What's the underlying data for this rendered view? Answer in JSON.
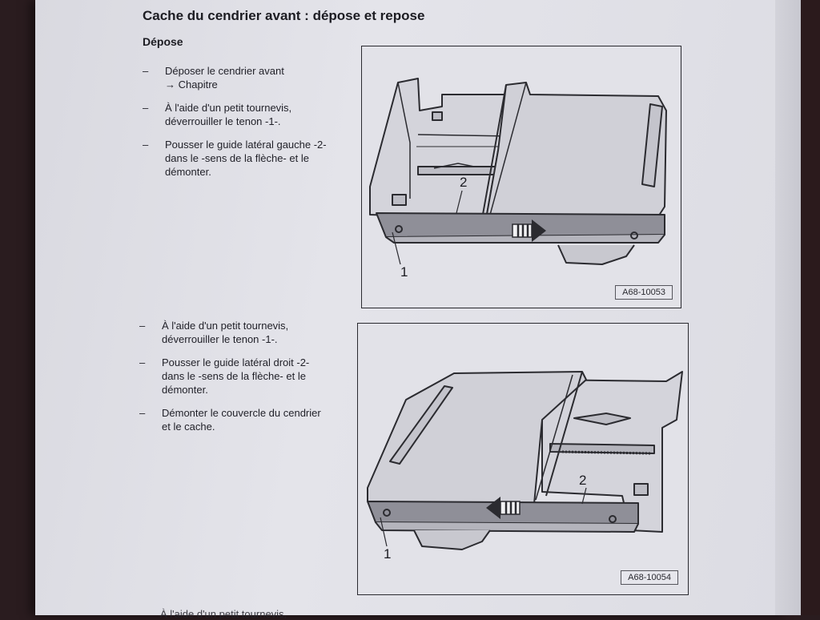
{
  "page": {
    "title": "Cache du cendrier avant : dépose et repose",
    "section": "Dépose"
  },
  "steps_top": [
    "Déposer le cendrier avant\n→ Chapitre",
    "À l'aide d'un petit tournevis,\ndéverrouiller le tenon -1-.",
    "Pousser le guide latéral gauche -2-\ndans le -sens de la flèche- et le\ndémonter."
  ],
  "steps_bottom": [
    "À l'aide d'un petit tournevis,\ndéverrouiller le tenon -1-.",
    "Pousser le guide latéral droit -2-\ndans le -sens de la flèche- et le\ndémonter.",
    "Démonter le couvercle du cendrier\net le cache."
  ],
  "figure1": {
    "code": "A68-10053",
    "label_1": "1",
    "label_2": "2"
  },
  "figure2": {
    "code": "A68-10054",
    "label_1": "1",
    "label_2": "2"
  },
  "bottom_text": "À l'aide d'un petit tournevis,"
}
